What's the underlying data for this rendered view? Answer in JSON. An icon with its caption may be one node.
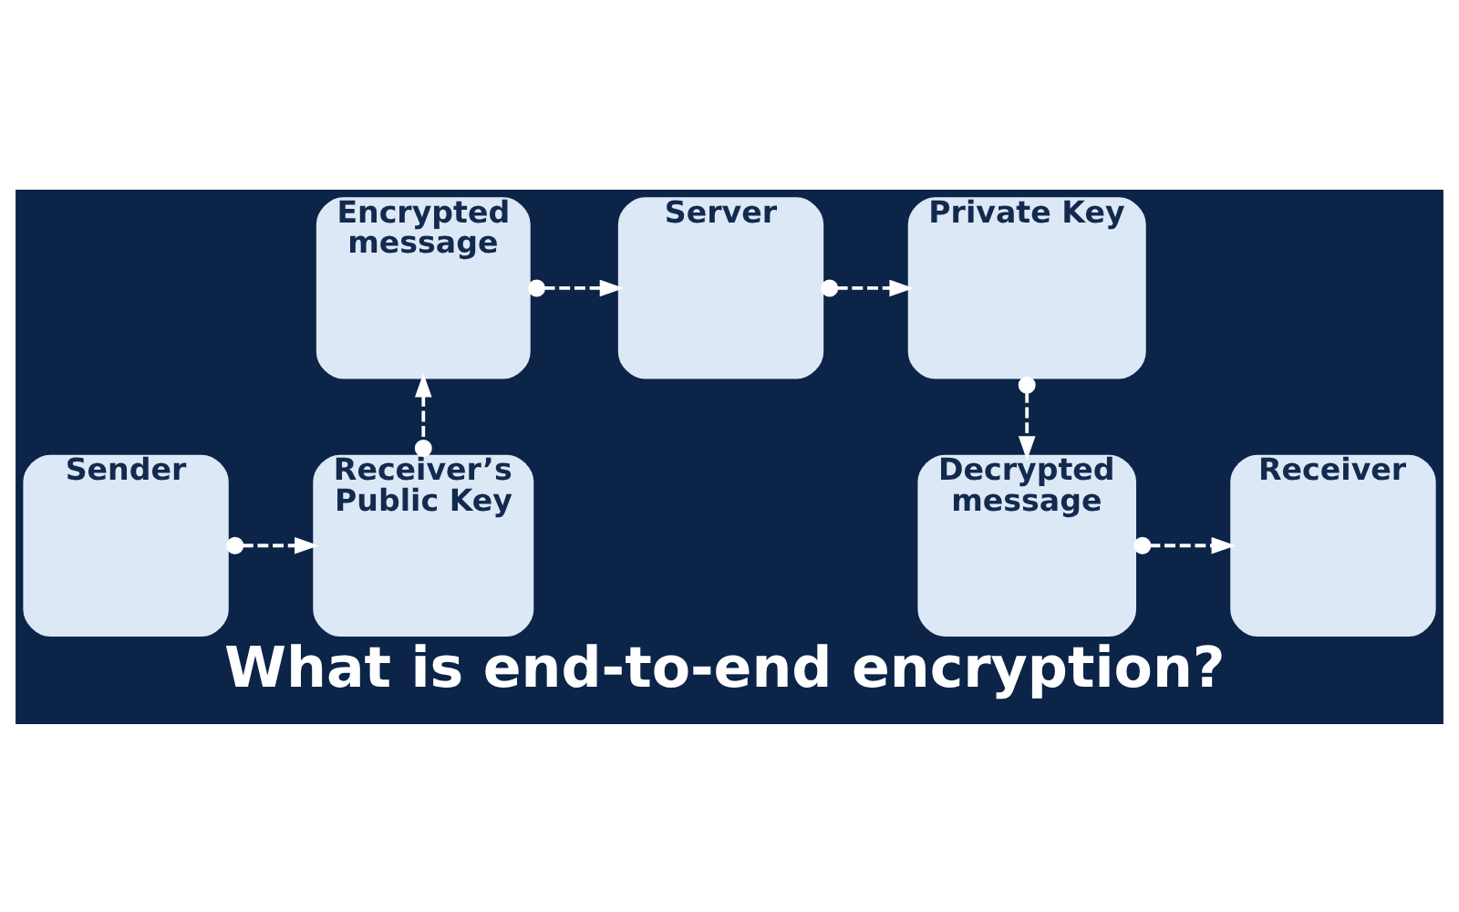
{
  "diagram": {
    "title": "What is end-to-end encryption?",
    "nodes": [
      {
        "text": [
          "Sender"
        ]
      },
      {
        "text": [
          "Receiver’s Public Key"
        ]
      },
      {
        "text": [
          "Encrypted message"
        ]
      },
      {
        "text": [
          "Server"
        ]
      },
      {
        "text": [
          "Private Key"
        ]
      },
      {
        "text": [
          "Decrypted message"
        ]
      },
      {
        "text": [
          "Receiver"
        ]
      }
    ],
    "edges": [
      {
        "from": 0,
        "to": 1,
        "arrow": "to",
        "style": "dashed"
      },
      {
        "from": 1,
        "to": 2,
        "arrow": "to",
        "style": "dashed"
      },
      {
        "from": 2,
        "to": 3,
        "arrow": "to",
        "style": "dashed"
      },
      {
        "from": 3,
        "to": 4,
        "arrow": "to",
        "style": "dashed"
      },
      {
        "from": 4,
        "to": 5,
        "arrow": "to",
        "style": "dashed"
      },
      {
        "from": 5,
        "to": 6,
        "arrow": "to",
        "style": "dashed"
      }
    ]
  }
}
